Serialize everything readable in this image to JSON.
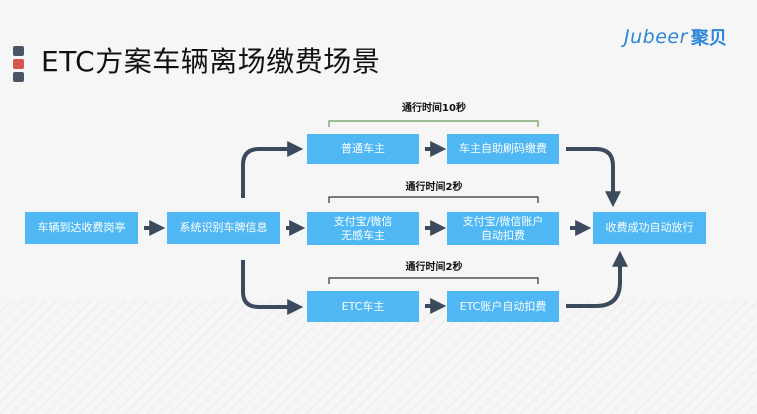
{
  "title": "ETC方案车辆离场缴费场景",
  "logo": {
    "latin": "Jubeer",
    "cjk": "聚贝"
  },
  "nodes": {
    "arrive": "车辆到达收费岗亭",
    "recognize": "系统识别车牌信息",
    "normal_owner": "普通车主",
    "self_scan": "车主自助刷码缴费",
    "alipay_line1": "支付宝/微信",
    "alipay_line2": "无感车主",
    "alipay_pay_line1": "支付宝/微信账户",
    "alipay_pay_line2": "自动扣费",
    "etc_owner": "ETC车主",
    "etc_pay": "ETC账户自动扣费",
    "done": "收费成功自动放行"
  },
  "time_labels": {
    "top": "通行时间10秒",
    "middle": "通行时间2秒",
    "bottom": "通行时间2秒"
  },
  "colors": {
    "node_fill": "#4fb8f4",
    "arrow": "#3b4a5c",
    "bracket_top": "#6a9a5a",
    "marker_gray": "#4a5563",
    "marker_red": "#d9534f",
    "logo": "#2d86d8"
  }
}
